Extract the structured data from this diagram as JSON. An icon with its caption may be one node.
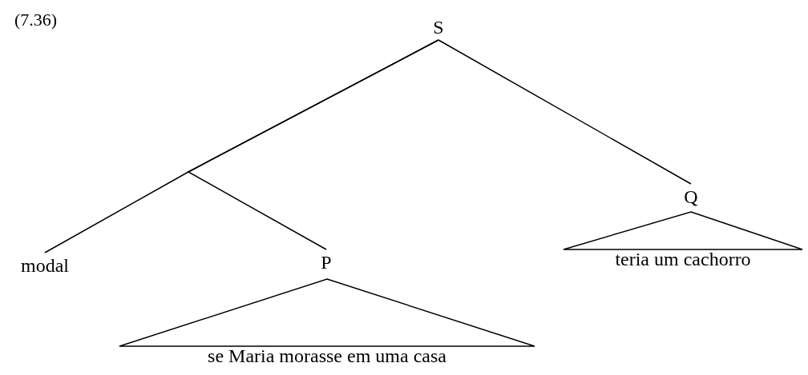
{
  "diagram": {
    "nodes": [
      {
        "text": [
          "S"
        ]
      },
      {
        "text": [
          "modal"
        ]
      },
      {
        "text": [
          "P"
        ]
      },
      {
        "text": [
          "se Maria morasse em uma casa"
        ]
      },
      {
        "text": [
          "Q"
        ]
      },
      {
        "text": [
          "teria um cachorro"
        ]
      }
    ],
    "edges": [
      {
        "from": 0,
        "to": 1,
        "arrow": "none"
      },
      {
        "from": 0,
        "to": 2,
        "arrow": "none"
      },
      {
        "from": 0,
        "to": 4,
        "arrow": "none"
      }
    ],
    "labels": [
      "(7.36)"
    ]
  }
}
